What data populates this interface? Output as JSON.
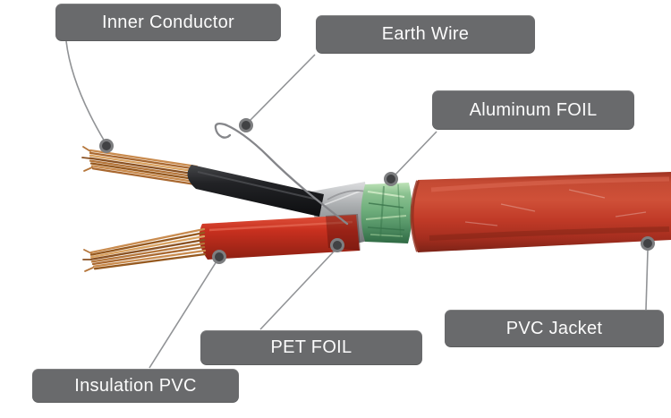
{
  "figure": {
    "title_semantic": "fire-alarm-cable-construction-diagram",
    "background": "#ffffff",
    "labels": {
      "inner_conductor": "Inner Conductor",
      "earth_wire": "Earth Wire",
      "aluminum_foil": "Aluminum FOIL",
      "pvc_jacket": "PVC Jacket",
      "pet_foil": "PET FOIL",
      "insulation_pvc": "Insulation PVC"
    },
    "label_style": {
      "background": "#696a6c",
      "text_color": "#fbfbfb"
    },
    "colors": {
      "jacket_red": "#c4452f",
      "jacket_red_dark": "#7c2317",
      "insulation_red": "#c8301f",
      "insulation_black": "#1d1e20",
      "foil_green": "#6fae7c",
      "foil_green_light": "#bfe3b8",
      "foil_green_dark": "#2f6a44",
      "pet_foil_silver": "#a8abad",
      "copper": "#b5763b",
      "earth_wire_gray": "#85868a",
      "leader_line": "#919396",
      "marker_outer": "#7d7e80",
      "marker_inner": "#414244"
    }
  }
}
